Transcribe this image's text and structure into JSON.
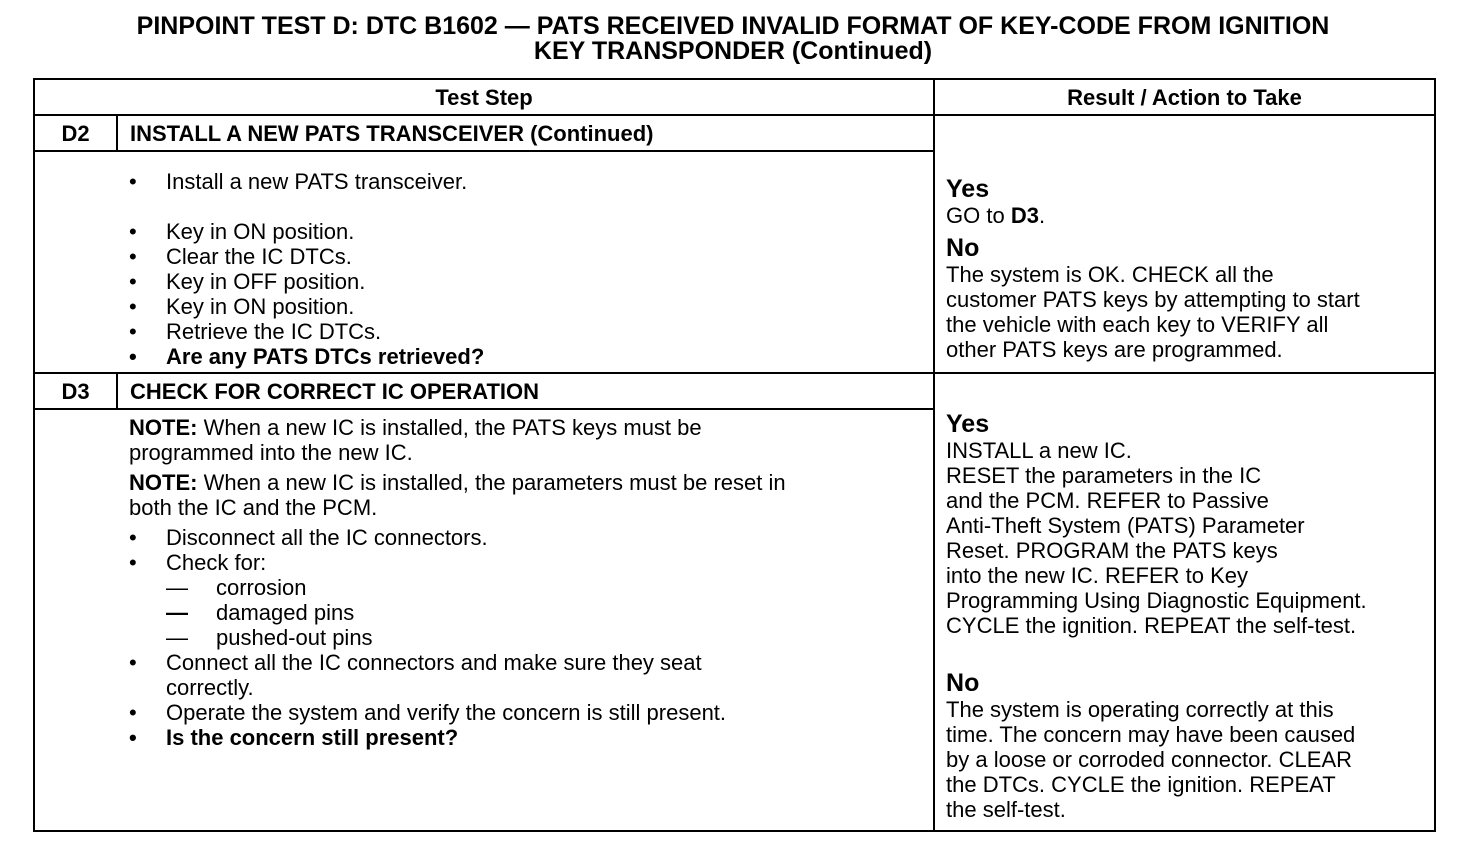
{
  "title": {
    "line1": "PINPOINT TEST D: DTC B1602 — PATS RECEIVED INVALID FORMAT OF KEY-CODE FROM IGNITION",
    "line2": "KEY TRANSPONDER (Continued)"
  },
  "headers": {
    "test_step": "Test Step",
    "result": "Result / Action to Take"
  },
  "d2": {
    "id": "D2",
    "heading": "INSTALL A NEW PATS TRANSCEIVER (Continued)",
    "first_bullet": "Install a new PATS transceiver.",
    "bullets": [
      "Key in ON position.",
      "Clear the IC DTCs.",
      "Key in OFF position.",
      "Key in ON position.",
      "Retrieve the IC DTCs."
    ],
    "question": "Are any PATS DTCs retrieved?",
    "yes_label": "Yes",
    "yes_pre": "GO to ",
    "yes_target": "D3",
    "yes_post": ".",
    "no_label": "No",
    "no_text": [
      "The system is OK. CHECK all the",
      "customer PATS keys by attempting to start",
      "the vehicle with each key to VERIFY all",
      "other PATS keys are programmed."
    ]
  },
  "d3": {
    "id": "D3",
    "heading": "CHECK FOR CORRECT IC OPERATION",
    "note_label": "NOTE:",
    "note1": [
      " When a new IC is installed, the PATS keys must be",
      "programmed into the new IC."
    ],
    "note2": [
      " When a new IC is installed, the parameters must be reset in",
      "both the IC and the PCM."
    ],
    "bullet_disconnect": "Disconnect all the IC connectors.",
    "bullet_check": "Check for:",
    "check_items": [
      "corrosion",
      "damaged pins",
      "pushed-out pins"
    ],
    "bullet_connect": [
      "Connect all the IC connectors and make sure they seat",
      "correctly."
    ],
    "bullet_operate": "Operate the system and verify the concern is still present.",
    "question": "Is the concern still present?",
    "yes_label": "Yes",
    "yes_text": [
      "INSTALL a new IC.",
      "RESET the parameters in the IC",
      "and the PCM. REFER to  Passive",
      "Anti-Theft System (PATS) Parameter",
      "Reset. PROGRAM the PATS keys",
      "into the new IC. REFER to Key",
      "Programming Using Diagnostic Equipment.",
      "CYCLE the ignition. REPEAT the self-test."
    ],
    "no_label": "No",
    "no_text": [
      "The system is operating correctly at this",
      "time. The concern may have been caused",
      "by a loose or corroded connector. CLEAR",
      "the DTCs. CYCLE the ignition. REPEAT",
      "the self-test."
    ]
  }
}
